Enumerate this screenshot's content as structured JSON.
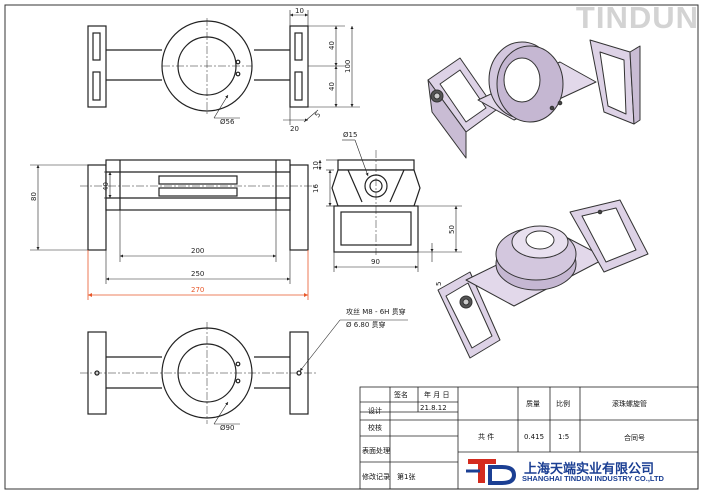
{
  "watermark": "TINDUN",
  "dimensions": {
    "top_view": {
      "d10": "10",
      "d40a": "40",
      "d40b": "40",
      "d100": "100",
      "d20": "20",
      "d5": "5",
      "d56": "Ø56"
    },
    "front_view": {
      "d80": "80",
      "d40": "40",
      "d200": "200",
      "d250": "250",
      "d270": "270"
    },
    "side_view": {
      "d15": "Ø15",
      "d10": "10",
      "d16": "16",
      "d50": "50",
      "d90": "90",
      "d5": "5"
    },
    "bottom_view": {
      "note1": "攻丝 M8 - 6H 贯穿",
      "note2": "Ø 6.80 贯穿",
      "d90": "Ø90"
    }
  },
  "title_block": {
    "name_h": "签名",
    "date_h": "年 月 日",
    "design": "设计",
    "design_date": "21.8.12",
    "check": "校核",
    "surface": "表面处理",
    "revision": "修改记录",
    "sheet": "第1张",
    "total": "共 件",
    "weight_h": "质量",
    "weight": "0.415",
    "scale_h": "比例",
    "scale": "1:5",
    "part_name": "滚珠螺旋管",
    "contract": "合同号"
  },
  "company": {
    "cn": "上海天端实业有限公司",
    "en": "SHANGHAI TINDUN INDUSTRY CO.,LTD"
  },
  "colors": {
    "highlight_dim": "#e8582a",
    "part_fill": "#ddd2e6",
    "logo_blue": "#1b3f93",
    "logo_red": "#d42b1e"
  }
}
